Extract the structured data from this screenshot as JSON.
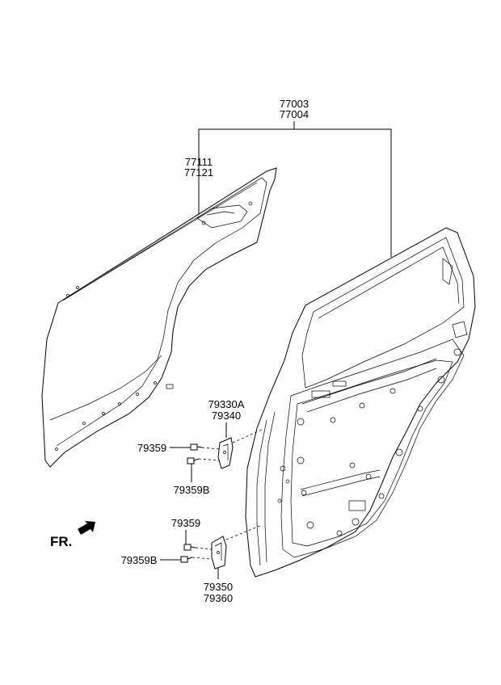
{
  "labels": {
    "assembly_a": "77003",
    "assembly_b": "77004",
    "panel_a": "77111",
    "panel_b": "77121",
    "upper_hinge_a": "79330A",
    "upper_hinge_b": "79340",
    "upper_bolt": "79359",
    "upper_bolt_b": "79359B",
    "lower_bolt": "79359",
    "lower_bolt_b": "79359B",
    "lower_hinge_a": "79350",
    "lower_hinge_b": "79360",
    "direction": "FR."
  }
}
